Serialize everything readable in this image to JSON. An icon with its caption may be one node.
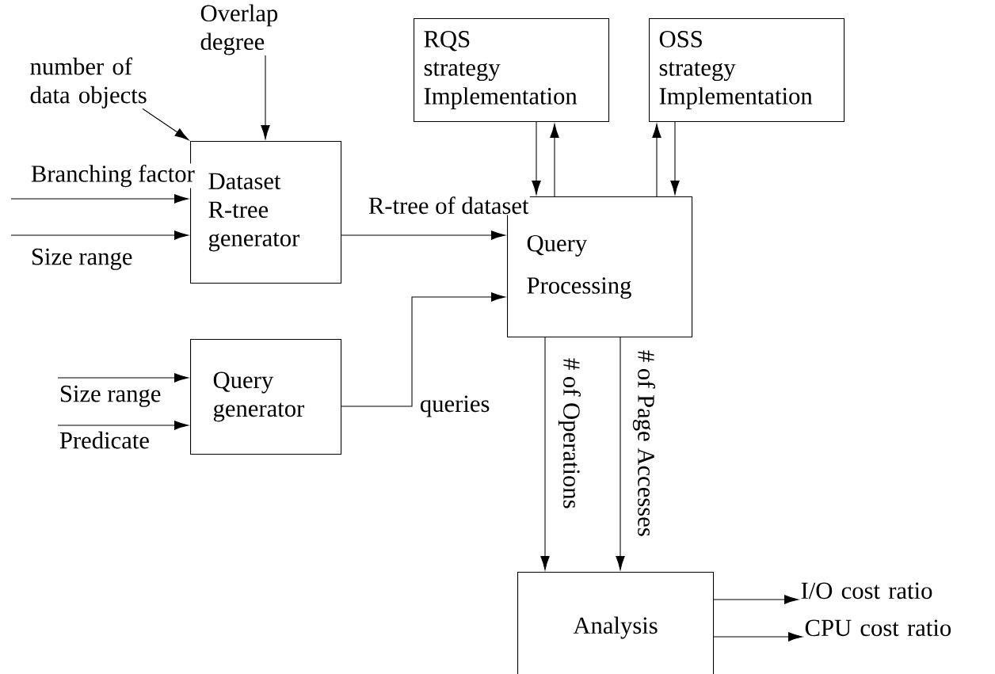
{
  "diagram": {
    "nodes": [
      {
        "text": [
          "Dataset R-tree generator"
        ]
      },
      {
        "text": [
          "Query generator"
        ]
      },
      {
        "text": [
          "RQS strategy Implementation"
        ]
      },
      {
        "text": [
          "OSS strategy Implementation"
        ]
      },
      {
        "text": [
          "Query Processing"
        ]
      },
      {
        "text": [
          "Analysis"
        ]
      },
      {
        "text": [
          "number of data objects"
        ]
      },
      {
        "text": [
          "Overlap degree"
        ]
      },
      {
        "text": [
          "I/O cost ratio"
        ]
      },
      {
        "text": [
          "CPU cost ratio"
        ]
      }
    ],
    "edges": [
      {
        "from": 6,
        "to": 0,
        "arrow": "to"
      },
      {
        "from": 7,
        "to": 0,
        "arrow": "to"
      },
      {
        "from": null,
        "to": 0,
        "arrow": "to",
        "label": "Branching factor"
      },
      {
        "from": null,
        "to": 0,
        "arrow": "to",
        "label": "Size range"
      },
      {
        "from": null,
        "to": 1,
        "arrow": "to",
        "label": "Size range"
      },
      {
        "from": null,
        "to": 1,
        "arrow": "to",
        "label": "Predicate"
      },
      {
        "from": 0,
        "to": 4,
        "arrow": "to",
        "label": "R-tree of dataset"
      },
      {
        "from": 1,
        "to": 4,
        "arrow": "to",
        "label": "queries"
      },
      {
        "from": 2,
        "to": 4,
        "arrow": "to"
      },
      {
        "from": 4,
        "to": 2,
        "arrow": "to"
      },
      {
        "from": 4,
        "to": 3,
        "arrow": "to"
      },
      {
        "from": 3,
        "to": 4,
        "arrow": "to"
      },
      {
        "from": 4,
        "to": 5,
        "arrow": "to",
        "label": "# of Operations"
      },
      {
        "from": 4,
        "to": 5,
        "arrow": "to",
        "label": "# of Page Accesses"
      },
      {
        "from": 5,
        "to": 8,
        "arrow": "to"
      },
      {
        "from": 5,
        "to": 9,
        "arrow": "to"
      }
    ]
  }
}
